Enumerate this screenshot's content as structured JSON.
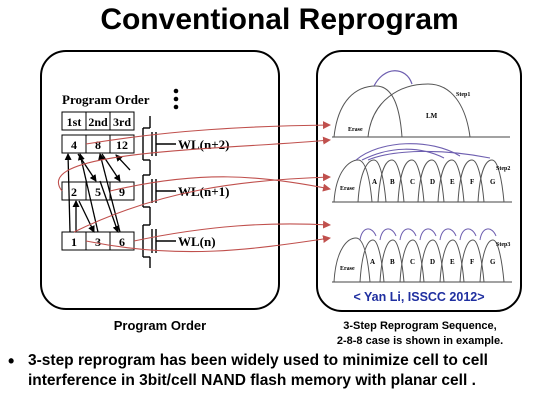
{
  "title": "Conventional Reprogram",
  "left_panel": {
    "heading": "Program Order",
    "columns": [
      "1st",
      "2nd",
      "3rd"
    ],
    "rows": [
      {
        "cells": [
          "4",
          "8",
          "12"
        ],
        "wordline": "WL(n+2)"
      },
      {
        "cells": [
          "2",
          "5",
          "9"
        ],
        "wordline": "WL(n+1)"
      },
      {
        "cells": [
          "1",
          "3",
          "6"
        ],
        "wordline": "WL(n)"
      }
    ],
    "caption": "Program Order"
  },
  "right_panel": {
    "step_labels": [
      "Step1",
      "Step2",
      "Step3"
    ],
    "step1_states": [
      "Erase",
      "LM"
    ],
    "step2_states": [
      "Erase",
      "A",
      "B",
      "C",
      "D",
      "E",
      "F",
      "G"
    ],
    "step3_states": [
      "Erase",
      "A",
      "B",
      "C",
      "D",
      "E",
      "F",
      "G"
    ],
    "citation": "< Yan Li, ISSCC 2012>",
    "citation_color": "#1f2fa0",
    "caption_line1": "3-Step Reprogram Sequence,",
    "caption_line2": "2-8-8 case is shown in example."
  },
  "arrow_color": "#c0504d",
  "bullet": "3-step reprogram has been widely used to minimize cell to cell interference in 3bit/cell NAND flash memory with planar cell ."
}
